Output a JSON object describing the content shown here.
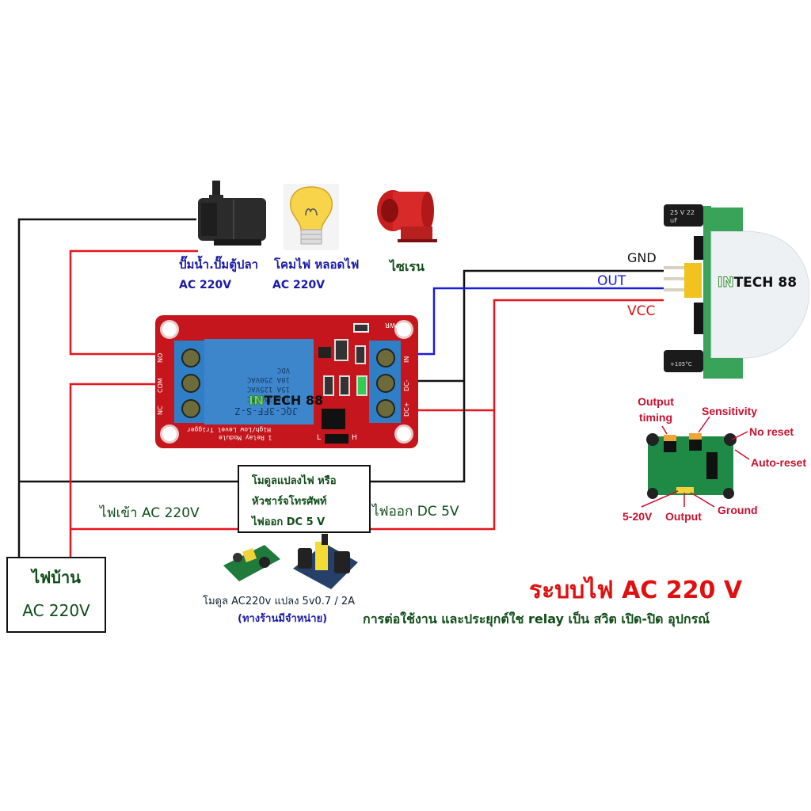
{
  "loads": {
    "pump": {
      "label": "ปั๊มน้ำ.ปั๊มตู้ปลา",
      "voltage": "AC 220V"
    },
    "lamp": {
      "label": "โคมไฟ หลอดไฟ",
      "voltage": "AC 220V"
    },
    "siren": {
      "label": "ไซเรน"
    }
  },
  "relay_module": {
    "relay_model": "JQC-3FF-S-Z",
    "ratings": [
      "10A 250VAC",
      "15A 125VAC",
      "10A 250VAC",
      "VDC"
    ],
    "board_title": "High/Low Level Trigger",
    "board_subtitle": "1 Relay Module",
    "pwr_label": "PWR",
    "jumper_low": "L",
    "jumper_high": "H",
    "left_terminals": [
      "NO",
      "COM",
      "NC"
    ],
    "right_terminals": [
      "IN",
      "DC-",
      "DC+"
    ],
    "watermark": "TECH 88",
    "watermark_prefix": "IN"
  },
  "pir_sensor": {
    "pins": {
      "gnd": "GND",
      "out": "OUT",
      "vcc": "VCC"
    },
    "cap_label": "25 V 22 uF",
    "cap_label2": "+105°C",
    "watermark": "TECH 88",
    "watermark_prefix": "IN"
  },
  "pir_pinout": {
    "output_timing": "Output timing",
    "sensitivity": "Sensitivity",
    "no_reset": "No reset",
    "auto_reset": "Auto-reset",
    "power": "5-20V",
    "output": "Output",
    "ground": "Ground"
  },
  "converter_box": {
    "line1": "โมดูลแปลงไฟ หรือ",
    "line2": "หัวชาร์จโทรศัพท์",
    "line3": "ไฟออก DC 5 V"
  },
  "labels": {
    "ac_in": "ไฟเข้า AC 220V",
    "dc_out": "ไฟออก DC 5V"
  },
  "mains_box": {
    "line1": "ไฟบ้าน",
    "line2": "AC 220V"
  },
  "module_caption": {
    "line1": "โมดูล AC220v แปลง 5v0.7 / 2A",
    "line2": "(ทางร้านมีจำหน่าย)"
  },
  "title": {
    "main": "ระบบไฟ AC 220 V",
    "subtitle": "การต่อใช้งาน และประยุกต์ใช relay เป็น สวิต เปิด-ปิด อุปกรณ์"
  },
  "colors": {
    "wire_red": "#e8141c",
    "wire_black": "#111111",
    "wire_blue": "#1a1ae0",
    "board_red": "#c4161c",
    "relay_blue": "#2e7fc6",
    "label_blue": "#1a1aa8",
    "label_green": "#0f4d17",
    "title_red": "#e01010",
    "pinout_red": "#c8102e"
  }
}
